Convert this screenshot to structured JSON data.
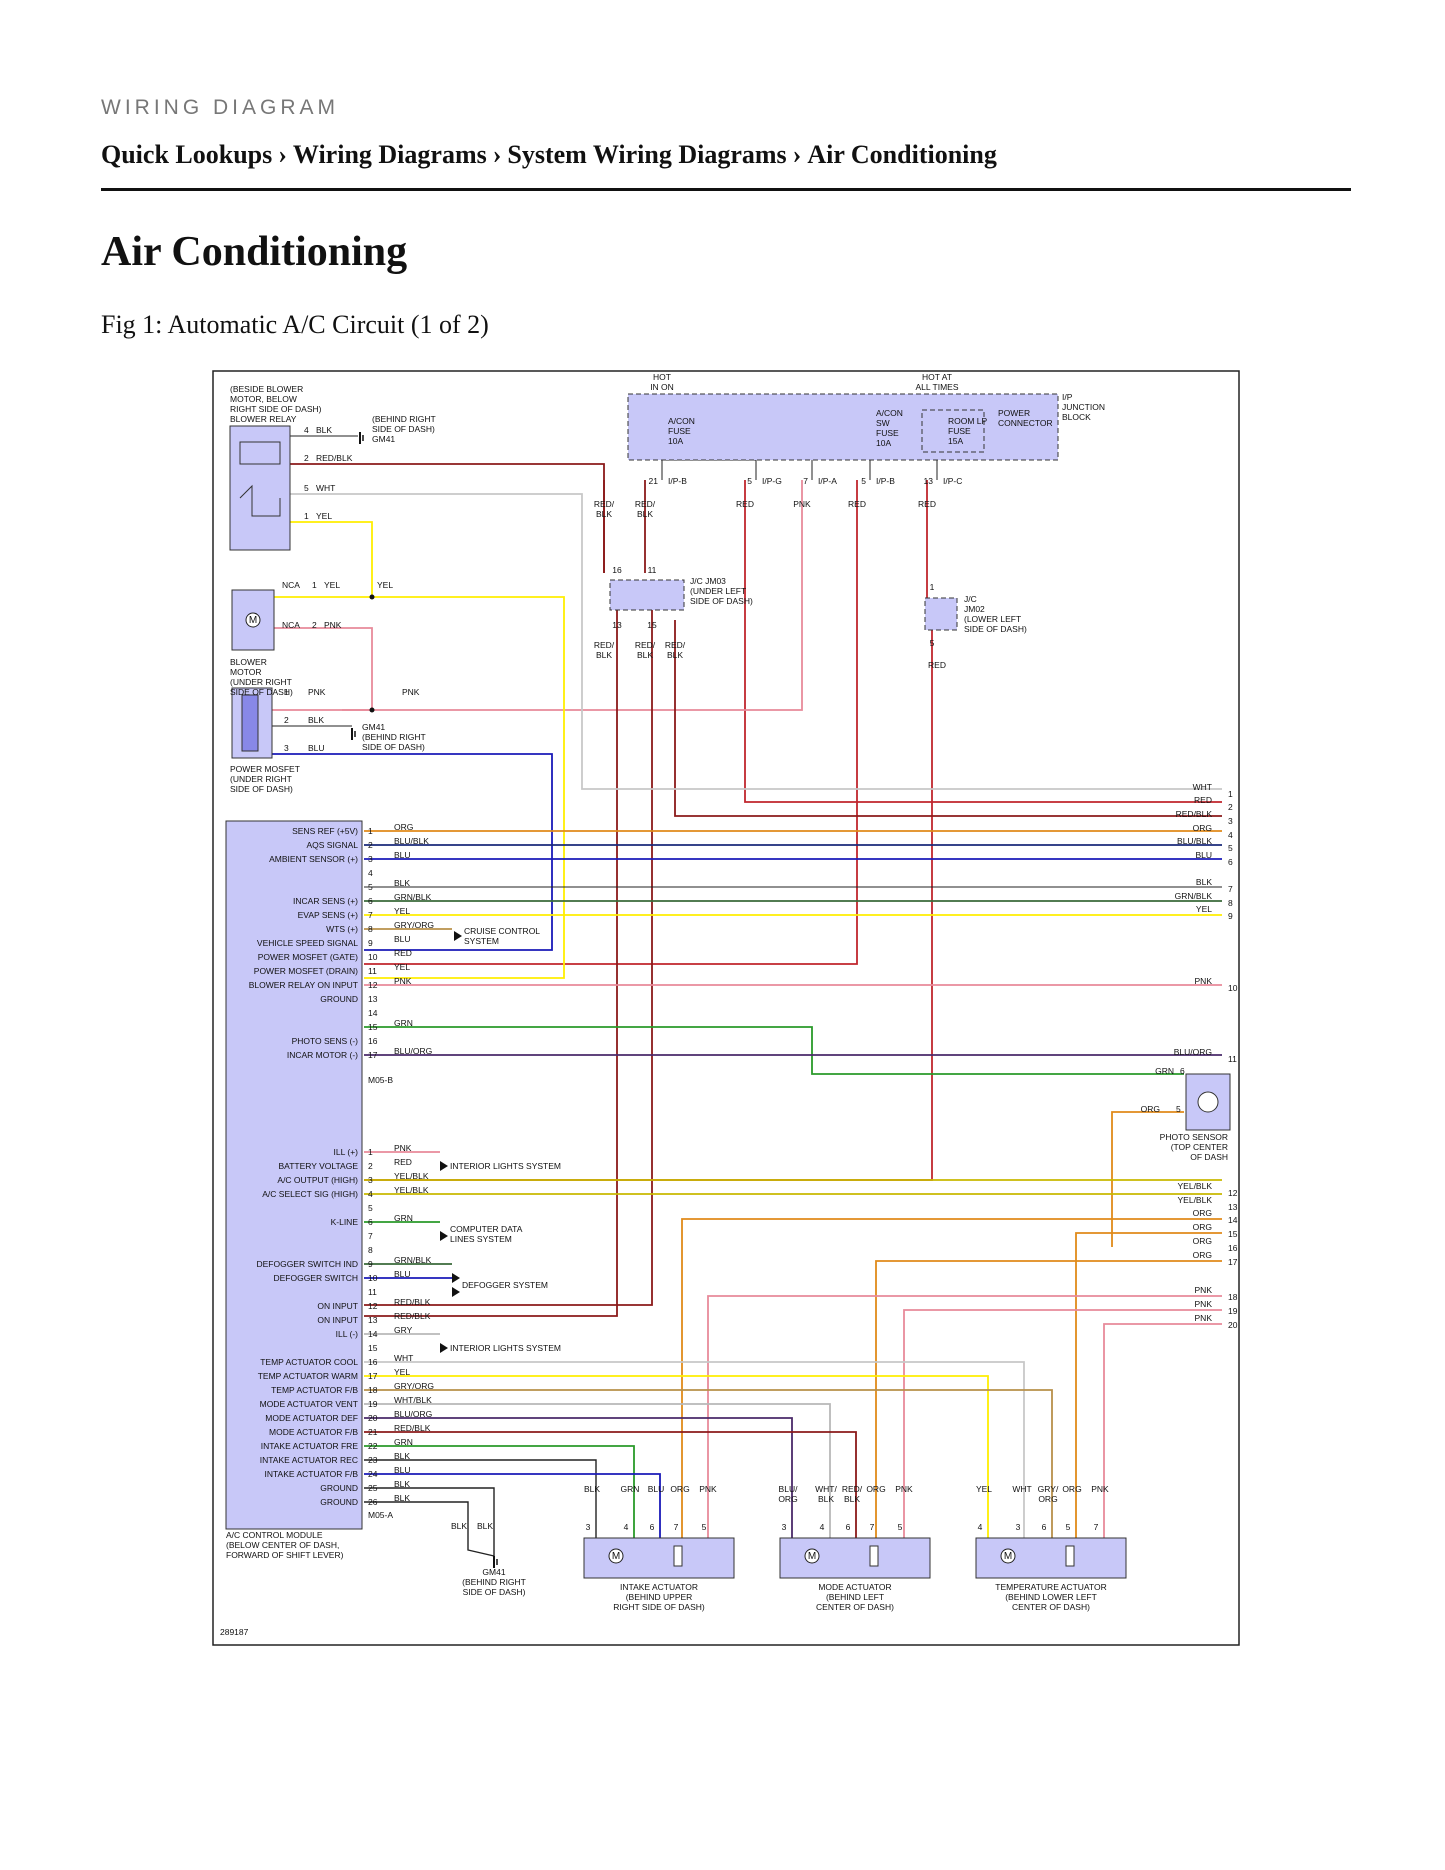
{
  "header": {
    "section_label": "WIRING DIAGRAM"
  },
  "breadcrumb": [
    "Quick Lookups",
    "Wiring Diagrams",
    "System Wiring Diagrams",
    "Air Conditioning"
  ],
  "breadcrumb_separator": "›",
  "page_title": "Air Conditioning",
  "figure": {
    "caption": "Fig 1: Automatic A/C Circuit (1 of 2)",
    "id_label": "289187",
    "top": {
      "hot_in_on": [
        "HOT",
        "IN ON"
      ],
      "hot_all_times": [
        "HOT AT",
        "ALL TIMES"
      ],
      "junction_block": [
        "I/P",
        "JUNCTION",
        "BLOCK"
      ],
      "fuse_acon": [
        "A/CON",
        "FUSE",
        "10A"
      ],
      "fuse_acon_sw": [
        "A/CON",
        "SW",
        "FUSE",
        "10A"
      ],
      "fuse_room_lp": [
        "ROOM LP",
        "FUSE",
        "15A"
      ],
      "power_connector": [
        "POWER",
        "CONNECTOR"
      ],
      "pins": [
        {
          "pin": "21",
          "conn": "I/P-B"
        },
        {
          "pin": "5",
          "conn": "I/P-G"
        },
        {
          "pin": "7",
          "conn": "I/P-A"
        },
        {
          "pin": "5",
          "conn": "I/P-B"
        },
        {
          "pin": "13",
          "conn": "I/P-C"
        }
      ],
      "wire_colors": [
        "RED/",
        "BLK",
        "RED/",
        "BLK",
        "RED",
        "PNK",
        "RED",
        "RED"
      ],
      "jc_jm03": [
        "J/C JM03",
        "(UNDER LEFT",
        "SIDE OF DASH)"
      ],
      "jc_jm02": [
        "J/C",
        "JM02",
        "(LOWER LEFT",
        "SIDE OF DASH)"
      ],
      "jm03_pins": [
        "16",
        "11",
        "13",
        "15"
      ],
      "jm03_out": [
        "RED/",
        "BLK",
        "RED/",
        "BLK",
        "RED/",
        "BLK"
      ],
      "jm02_pins": [
        "1",
        "5"
      ],
      "jm02_out": "RED"
    },
    "left": {
      "blower_relay": [
        "(BESIDE BLOWER",
        "MOTOR, BELOW",
        "RIGHT SIDE OF DASH)",
        "BLOWER RELAY"
      ],
      "relay_pins": [
        {
          "pin": "4",
          "color": "BLK"
        },
        {
          "pin": "2",
          "color": "RED/BLK"
        },
        {
          "pin": "5",
          "color": "WHT"
        },
        {
          "pin": "1",
          "color": "YEL"
        }
      ],
      "gm41_top": [
        "(BEHIND RIGHT",
        "SIDE OF DASH)",
        "GM41"
      ],
      "blower_motor": [
        "BLOWER",
        "MOTOR",
        "(UNDER RIGHT",
        "SIDE OF DASH)"
      ],
      "motor_pins": [
        {
          "conn": "NCA",
          "pin": "1",
          "color": "YEL",
          "out": "YEL"
        },
        {
          "conn": "NCA",
          "pin": "2",
          "color": "PNK"
        }
      ],
      "power_mosfet": [
        "POWER MOSFET",
        "(UNDER RIGHT",
        "SIDE OF DASH)"
      ],
      "mosfet_pins": [
        {
          "pin": "1",
          "color": "PNK",
          "out": "PNK"
        },
        {
          "pin": "2",
          "color": "BLK"
        },
        {
          "pin": "3",
          "color": "BLU"
        }
      ],
      "gm41_mid": [
        "GM41",
        "(BEHIND RIGHT",
        "SIDE OF DASH)"
      ]
    },
    "module": {
      "name": [
        "A/C CONTROL MODULE",
        "(BELOW CENTER OF DASH,",
        "FORWARD OF SHIFT LEVER)"
      ],
      "conn_b": "M05-B",
      "conn_a": "M05-A",
      "b_pins": [
        {
          "pin": "1",
          "label": "SENS REF (+5V)",
          "color": "ORG"
        },
        {
          "pin": "2",
          "label": "AQS SIGNAL",
          "color": "BLU/BLK"
        },
        {
          "pin": "3",
          "label": "AMBIENT SENSOR (+)",
          "color": "BLU"
        },
        {
          "pin": "4",
          "label": "",
          "color": ""
        },
        {
          "pin": "5",
          "label": "",
          "color": "BLK"
        },
        {
          "pin": "6",
          "label": "INCAR SENS (+)",
          "color": "GRN/BLK"
        },
        {
          "pin": "7",
          "label": "EVAP SENS (+)",
          "color": "YEL"
        },
        {
          "pin": "8",
          "label": "WTS (+)",
          "color": "GRY/ORG"
        },
        {
          "pin": "9",
          "label": "VEHICLE SPEED SIGNAL",
          "color": "BLU"
        },
        {
          "pin": "10",
          "label": "POWER MOSFET (GATE)",
          "color": "RED"
        },
        {
          "pin": "11",
          "label": "POWER MOSFET (DRAIN)",
          "color": "YEL"
        },
        {
          "pin": "12",
          "label": "BLOWER RELAY ON INPUT",
          "color": "PNK"
        },
        {
          "pin": "13",
          "label": "GROUND",
          "color": ""
        },
        {
          "pin": "14",
          "label": "",
          "color": ""
        },
        {
          "pin": "15",
          "label": "",
          "color": "GRN"
        },
        {
          "pin": "16",
          "label": "PHOTO SENS (-)",
          "color": ""
        },
        {
          "pin": "17",
          "label": "INCAR MOTOR (-)",
          "color": "BLU/ORG"
        }
      ],
      "a_pins": [
        {
          "pin": "1",
          "label": "ILL (+)",
          "color": "PNK"
        },
        {
          "pin": "2",
          "label": "BATTERY VOLTAGE",
          "color": "RED"
        },
        {
          "pin": "3",
          "label": "A/C OUTPUT (HIGH)",
          "color": "YEL/BLK"
        },
        {
          "pin": "4",
          "label": "A/C SELECT SIG (HIGH)",
          "color": "YEL/BLK"
        },
        {
          "pin": "5",
          "label": "",
          "color": ""
        },
        {
          "pin": "6",
          "label": "K-LINE",
          "color": "GRN"
        },
        {
          "pin": "7",
          "label": "",
          "color": ""
        },
        {
          "pin": "8",
          "label": "",
          "color": ""
        },
        {
          "pin": "9",
          "label": "DEFOGGER SWITCH IND",
          "color": "GRN/BLK"
        },
        {
          "pin": "10",
          "label": "DEFOGGER SWITCH",
          "color": "BLU"
        },
        {
          "pin": "11",
          "label": "",
          "color": ""
        },
        {
          "pin": "12",
          "label": "ON INPUT",
          "color": "RED/BLK"
        },
        {
          "pin": "13",
          "label": "ON INPUT",
          "color": "RED/BLK"
        },
        {
          "pin": "14",
          "label": "ILL (-)",
          "color": "GRY"
        },
        {
          "pin": "15",
          "label": "",
          "color": ""
        },
        {
          "pin": "16",
          "label": "TEMP ACTUATOR COOL",
          "color": "WHT"
        },
        {
          "pin": "17",
          "label": "TEMP ACTUATOR WARM",
          "color": "YEL"
        },
        {
          "pin": "18",
          "label": "TEMP ACTUATOR F/B",
          "color": "GRY/ORG"
        },
        {
          "pin": "19",
          "label": "MODE ACTUATOR VENT",
          "color": "WHT/BLK"
        },
        {
          "pin": "20",
          "label": "MODE ACTUATOR DEF",
          "color": "BLU/ORG"
        },
        {
          "pin": "21",
          "label": "MODE ACTUATOR F/B",
          "color": "RED/BLK"
        },
        {
          "pin": "22",
          "label": "INTAKE ACTUATOR FRE",
          "color": "GRN"
        },
        {
          "pin": "23",
          "label": "INTAKE ACTUATOR REC",
          "color": "BLK"
        },
        {
          "pin": "24",
          "label": "INTAKE ACTUATOR F/B",
          "color": "BLU"
        },
        {
          "pin": "25",
          "label": "GROUND",
          "color": "BLK"
        },
        {
          "pin": "26",
          "label": "GROUND",
          "color": "BLK"
        }
      ],
      "cruise": [
        "CRUISE CONTROL",
        "SYSTEM"
      ],
      "interior_lights": "INTERIOR LIGHTS SYSTEM",
      "computer_data": [
        "COMPUTER DATA",
        "LINES SYSTEM"
      ],
      "defogger": "DEFOGGER SYSTEM",
      "gm41_bottom": [
        "GM41",
        "(BEHIND RIGHT",
        "SIDE OF DASH)"
      ],
      "gnd_colors": [
        "BLK",
        "BLK"
      ]
    },
    "right": {
      "upper_refs": [
        {
          "color": "WHT",
          "n": "1"
        },
        {
          "color": "RED",
          "n": "2"
        },
        {
          "color": "RED/BLK",
          "n": "3"
        },
        {
          "color": "ORG",
          "n": "4"
        },
        {
          "color": "BLU/BLK",
          "n": "5"
        },
        {
          "color": "BLU",
          "n": "6"
        },
        {
          "color": "BLK",
          "n": "7"
        },
        {
          "color": "GRN/BLK",
          "n": "8"
        },
        {
          "color": "YEL",
          "n": "9"
        },
        {
          "color": "PNK",
          "n": "10"
        },
        {
          "color": "BLU/ORG",
          "n": "11"
        }
      ],
      "photo_sensor": [
        "PHOTO SENSOR",
        "(TOP CENTER",
        "OF DASH"
      ],
      "photo_pins": [
        {
          "color": "GRN",
          "pin": "6"
        },
        {
          "color": "ORG",
          "pin": "5"
        }
      ],
      "lower_refs": [
        {
          "color": "YEL/BLK",
          "n": "12"
        },
        {
          "color": "YEL/BLK",
          "n": "13"
        },
        {
          "color": "ORG",
          "n": "14"
        },
        {
          "color": "ORG",
          "n": "15"
        },
        {
          "color": "ORG",
          "n": "16"
        },
        {
          "color": "ORG",
          "n": "17"
        },
        {
          "color": "PNK",
          "n": "18"
        },
        {
          "color": "PNK",
          "n": "19"
        },
        {
          "color": "PNK",
          "n": "20"
        }
      ]
    },
    "actuators": [
      {
        "name": [
          "INTAKE ACTUATOR",
          "(BEHIND UPPER",
          "RIGHT SIDE OF DASH)"
        ],
        "colors": [
          "BLK",
          "GRN",
          "BLU",
          "ORG",
          "PNK"
        ],
        "pins": [
          "3",
          "4",
          "6",
          "7",
          "5"
        ]
      },
      {
        "name": [
          "MODE ACTUATOR",
          "(BEHIND LEFT",
          "CENTER OF DASH)"
        ],
        "colors": [
          "BLU/ ORG",
          "WHT/ BLK",
          "RED/ BLK",
          "ORG",
          "PNK"
        ],
        "pins": [
          "3",
          "4",
          "6",
          "7",
          "5"
        ]
      },
      {
        "name": [
          "TEMPERATURE ACTUATOR",
          "(BEHIND LOWER LEFT",
          "CENTER OF DASH)"
        ],
        "colors": [
          "YEL",
          "WHT",
          "GRY/ ORG",
          "ORG",
          "PNK"
        ],
        "pins": [
          "4",
          "3",
          "6",
          "5",
          "7"
        ]
      }
    ]
  },
  "colors": {
    "component_fill": "#c8c8f8",
    "red": "#c0262d",
    "darkred": "#8b1a1a",
    "yellow": "#ffee00",
    "pink": "#e88a9a",
    "blue": "#1a1ab8",
    "orange": "#e08a1a",
    "green": "#2a9a2a",
    "grey": "#b8b8b8"
  }
}
